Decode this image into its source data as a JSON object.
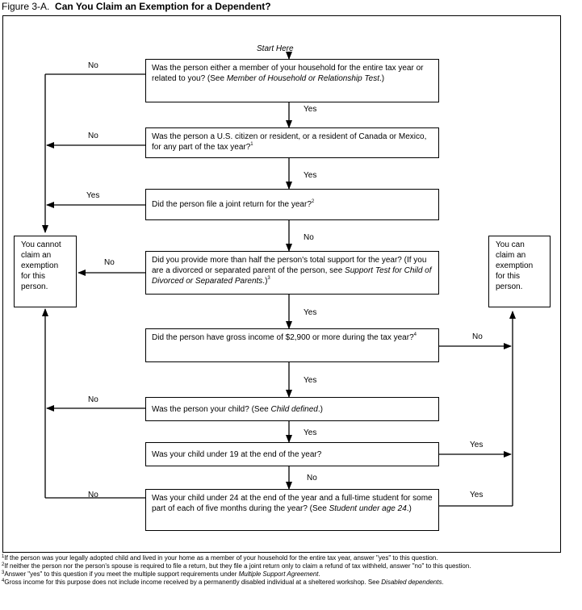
{
  "figure": {
    "label": "Figure 3-A.",
    "title": "Can You Claim an Exemption for a Dependent?"
  },
  "start": "Start Here",
  "questions": [
    {
      "pre": "Was the person either a member of your household for the entire tax year or related to you? (See ",
      "em": "Member of Household or Relationship Test",
      "post": ".)"
    },
    {
      "pre": "Was the person a U.S. citizen or resident, or a resident of Canada or Mexico, for any part of the tax year?",
      "sup": "1"
    },
    {
      "pre": "Did the person file a joint return for the year?",
      "sup": "2"
    },
    {
      "pre": "Did you provide more than half the person's total support for the year? (If you are a divorced or separated parent of the person, see ",
      "em": "Support Test for Child of Divorced or Separated Parents",
      "post": ".)",
      "sup": "3"
    },
    {
      "pre": "Did the person have gross income of $2,900 or more during the tax year?",
      "sup": "4"
    },
    {
      "pre": "Was the person your child? (See ",
      "em": "Child defined",
      "post": ".)"
    },
    {
      "pre": "Was your child under 19 at the end of the year?"
    },
    {
      "pre": "Was your child under 24 at the end of the year and a full-time student for some part of each of five months during the year? (See ",
      "em": "Student under age 24",
      "post": ".)"
    }
  ],
  "outcomes": {
    "cannot": "You cannot claim an exemption for this person.",
    "can": "You can claim an exemption for this person."
  },
  "labels": {
    "l1": "No",
    "d1": "Yes",
    "l2": "No",
    "d2": "Yes",
    "l3": "Yes",
    "d3": "No",
    "l4": "No",
    "d4": "Yes",
    "r5": "No",
    "d5": "Yes",
    "l6": "No",
    "d6": "Yes",
    "r7": "Yes",
    "d7": "No",
    "l8": "No",
    "r8": "Yes"
  },
  "footnotes": [
    {
      "num": "1",
      "text": "If the person was your legally adopted child and lived in your home as a member of your household for the entire tax year, answer \"yes\" to this question."
    },
    {
      "num": "2",
      "text": "If neither the person nor the person's spouse is required to file a return, but they file a joint return only to claim a refund of tax withheld, answer \"no\" to this question."
    },
    {
      "num": "3",
      "pre": "Answer \"yes\" to this question if you meet the multiple support requirements under ",
      "em": "Multiple Support Agreement",
      "post": "."
    },
    {
      "num": "4",
      "pre": "Gross income for this purpose does not include income received by a permanently disabled individual at a sheltered workshop. See ",
      "em": "Disabled dependents",
      "post": "."
    }
  ]
}
